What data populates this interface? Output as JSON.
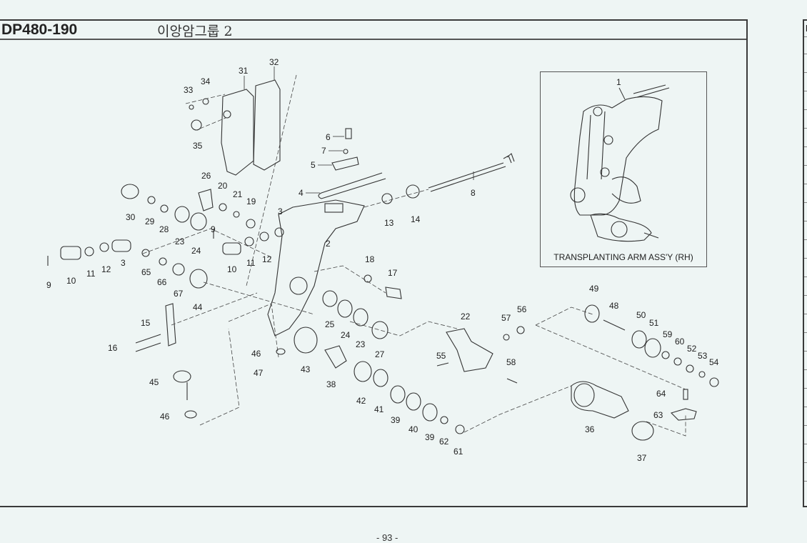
{
  "header": {
    "model": "DP480-190",
    "title": "이앙암그룹 2"
  },
  "inset": {
    "caption": "TRANSPLANTING ARM ASS'Y (RH)",
    "callout": "1"
  },
  "right_panel": {
    "header_fragment": "F"
  },
  "callouts": {
    "c2": "2",
    "c3a": "3",
    "c3b": "3",
    "c4": "4",
    "c5": "5",
    "c6": "6",
    "c7": "7",
    "c8": "8",
    "c9a": "9",
    "c9b": "9",
    "c10a": "10",
    "c10b": "10",
    "c11a": "11",
    "c11b": "11",
    "c12a": "12",
    "c12b": "12",
    "c13": "13",
    "c14": "14",
    "c15": "15",
    "c16": "16",
    "c17": "17",
    "c18": "18",
    "c19": "19",
    "c20": "20",
    "c21": "21",
    "c22": "22",
    "c23a": "23",
    "c23b": "23",
    "c24a": "24",
    "c24b": "24",
    "c25": "25",
    "c26": "26",
    "c27": "27",
    "c28": "28",
    "c29": "29",
    "c30": "30",
    "c31": "31",
    "c32": "32",
    "c33": "33",
    "c34": "34",
    "c35": "35",
    "c36": "36",
    "c37": "37",
    "c38": "38",
    "c39a": "39",
    "c39b": "39",
    "c40": "40",
    "c41": "41",
    "c42": "42",
    "c43": "43",
    "c44": "44",
    "c45": "45",
    "c46a": "46",
    "c46b": "46",
    "c47": "47",
    "c48": "48",
    "c49": "49",
    "c50": "50",
    "c51": "51",
    "c52": "52",
    "c53": "53",
    "c54": "54",
    "c55": "55",
    "c56": "56",
    "c57": "57",
    "c58": "58",
    "c59": "59",
    "c60": "60",
    "c61": "61",
    "c62": "62",
    "c63": "63",
    "c64": "64",
    "c65": "65",
    "c66": "66",
    "c67": "67"
  },
  "footer": {
    "page_number": "- 93 -"
  }
}
